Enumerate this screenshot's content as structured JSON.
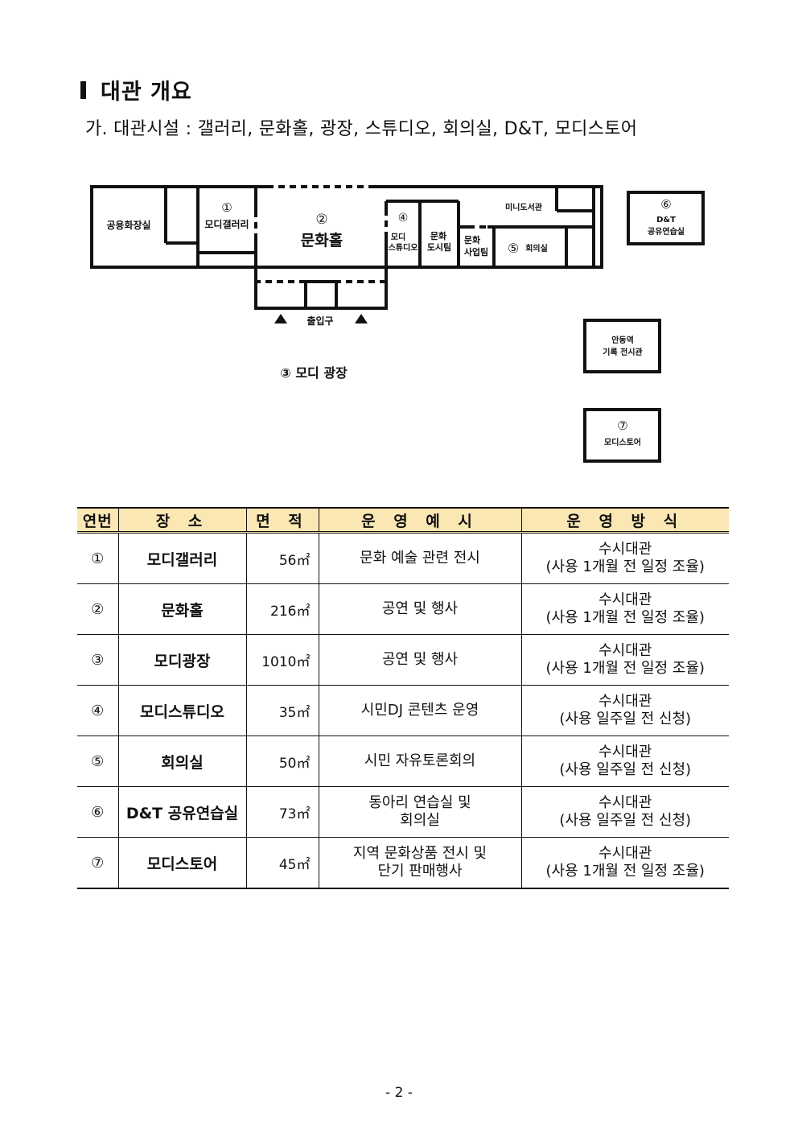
{
  "heading": {
    "title": "대관 개요"
  },
  "facilities_line": "가. 대관시설 : 갤러리, 문화홀, 광장, 스튜디오, 회의실, D&T, 모디스토어",
  "floor_plan": {
    "powder_room": "공용화장실",
    "gallery_num": "①",
    "gallery": "모디갤러리",
    "hall_num": "②",
    "hall": "문화홀",
    "studio_num": "④",
    "studio_l1": "모디",
    "studio_l2": "스튜디오",
    "culture_city_l1": "문화",
    "culture_city_l2": "도시팀",
    "culture_biz_l1": "문화",
    "culture_biz_l2": "사업팀",
    "mini_library": "미니도서관",
    "meeting_num": "⑤",
    "meeting": "회의실",
    "entrance": "출입구",
    "plaza": "③ 모디 광장",
    "dt_num": "⑥",
    "dt_l1": "D&T",
    "dt_l2": "공유연습실",
    "station_l1": "안동역",
    "station_l2": "기록 전시관",
    "store_num": "⑦",
    "store": "모디스토어"
  },
  "table": {
    "headers": [
      "연번",
      "장 소",
      "면 적",
      "운 영 예 시",
      "운 영 방 식"
    ],
    "rows": [
      {
        "no": "①",
        "place": "모디갤러리",
        "area": "56㎡",
        "use": "문화 예술 관련 전시",
        "use2": "",
        "method1": "수시대관",
        "method2": "(사용 1개월 전 일정 조율)"
      },
      {
        "no": "②",
        "place": "문화홀",
        "area": "216㎡",
        "use": "공연 및 행사",
        "use2": "",
        "method1": "수시대관",
        "method2": "(사용 1개월 전 일정 조율)"
      },
      {
        "no": "③",
        "place": "모디광장",
        "area": "1010㎡",
        "use": "공연 및 행사",
        "use2": "",
        "method1": "수시대관",
        "method2": "(사용 1개월 전 일정 조율)"
      },
      {
        "no": "④",
        "place": "모디스튜디오",
        "area": "35㎡",
        "use": "시민DJ 콘텐츠 운영",
        "use2": "",
        "method1": "수시대관",
        "method2": "(사용 일주일 전 신청)"
      },
      {
        "no": "⑤",
        "place": "회의실",
        "area": "50㎡",
        "use": "시민 자유토론회의",
        "use2": "",
        "method1": "수시대관",
        "method2": "(사용 일주일 전 신청)"
      },
      {
        "no": "⑥",
        "place": "D&T 공유연습실",
        "area": "73㎡",
        "use": "동아리 연습실 및",
        "use2": "회의실",
        "method1": "수시대관",
        "method2": "(사용 일주일 전 신청)"
      },
      {
        "no": "⑦",
        "place": "모디스토어",
        "area": "45㎡",
        "use": "지역 문화상품 전시 및",
        "use2": "단기 판매행사",
        "method1": "수시대관",
        "method2": "(사용 1개월 전 일정 조율)"
      }
    ]
  },
  "page_number": "- 2 -"
}
